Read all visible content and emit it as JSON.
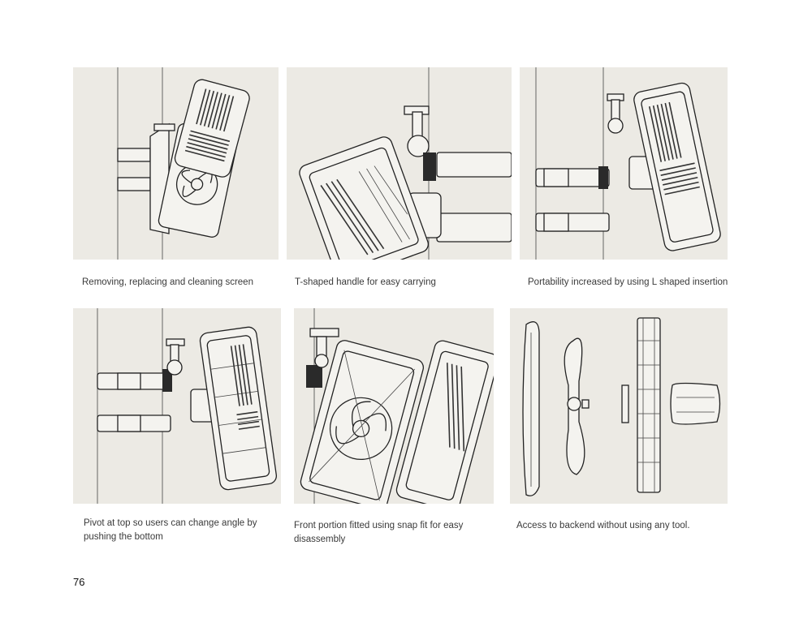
{
  "panels": [
    {
      "caption": "Removing, replacing and cleaning screen",
      "illustration": "fan-screen-removal"
    },
    {
      "caption": "T-shaped handle for easy carrying",
      "illustration": "fan-t-handle"
    },
    {
      "caption": "Portability increased by using L shaped insertion",
      "illustration": "fan-l-insertion"
    },
    {
      "caption": "Pivot at top so users can change angle by pushing the bottom",
      "illustration": "fan-pivot"
    },
    {
      "caption": "Front portion fitted using snap fit for easy disassembly",
      "illustration": "fan-snap-fit"
    },
    {
      "caption": "Access to backend without using any tool.",
      "illustration": "fan-exploded-view"
    }
  ],
  "page_number": "76"
}
